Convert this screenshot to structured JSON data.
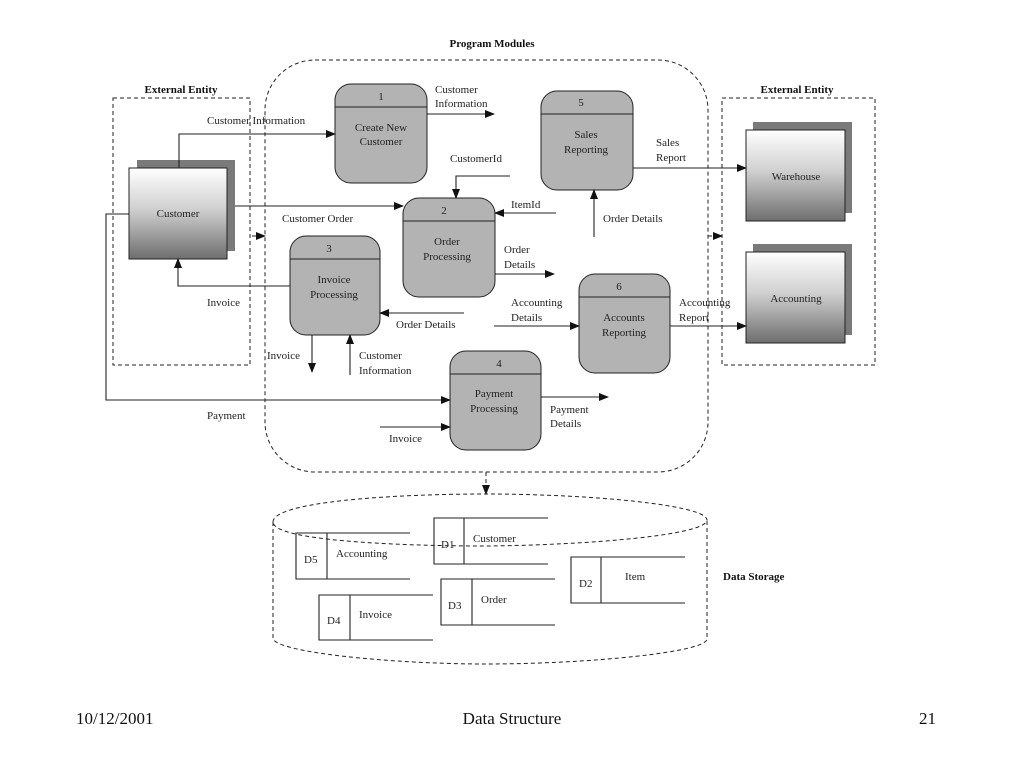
{
  "titles": {
    "program_modules": "Program Modules",
    "external_entity_left": "External Entity",
    "external_entity_right": "External Entity",
    "data_storage": "Data Storage"
  },
  "entities": {
    "customer": "Customer",
    "warehouse": "Warehouse",
    "accounting": "Accounting"
  },
  "processes": [
    {
      "id": "1",
      "line1": "Create New",
      "line2": "Customer"
    },
    {
      "id": "2",
      "line1": "Order",
      "line2": "Processing"
    },
    {
      "id": "3",
      "line1": "Invoice",
      "line2": "Processing"
    },
    {
      "id": "4",
      "line1": "Payment",
      "line2": "Processing"
    },
    {
      "id": "5",
      "line1": "Sales",
      "line2": "Reporting"
    },
    {
      "id": "6",
      "line1": "Accounts",
      "line2": "Reporting"
    }
  ],
  "flows": {
    "customer_information_top": "Customer Information",
    "customer_information_out_1": "Customer",
    "customer_information_out_2": "Information",
    "customer_id": "CustomerId",
    "customer_order": "Customer Order",
    "item_id": "ItemId",
    "order_details_to_5": "Order Details",
    "sales_report_1": "Sales",
    "sales_report_2": "Report",
    "order_details_out_1": "Order",
    "order_details_out_2": "Details",
    "invoice_to_customer": "Invoice",
    "order_details_to_3": "Order Details",
    "accounting_details_1": "Accounting",
    "accounting_details_2": "Details",
    "accounting_report_1": "Accounting",
    "accounting_report_2": "Report",
    "invoice_out_3": "Invoice",
    "customer_info_to_3_1": "Customer",
    "customer_info_to_3_2": "Information",
    "payment": "Payment",
    "invoice_to_4": "Invoice",
    "payment_details_1": "Payment",
    "payment_details_2": "Details"
  },
  "stores": [
    {
      "id": "D1",
      "name": "Customer"
    },
    {
      "id": "D2",
      "name": "Item"
    },
    {
      "id": "D3",
      "name": "Order"
    },
    {
      "id": "D4",
      "name": "Invoice"
    },
    {
      "id": "D5",
      "name": "Accounting"
    }
  ],
  "footer": {
    "date": "10/12/2001",
    "title": "Data Structure",
    "page": "21"
  }
}
